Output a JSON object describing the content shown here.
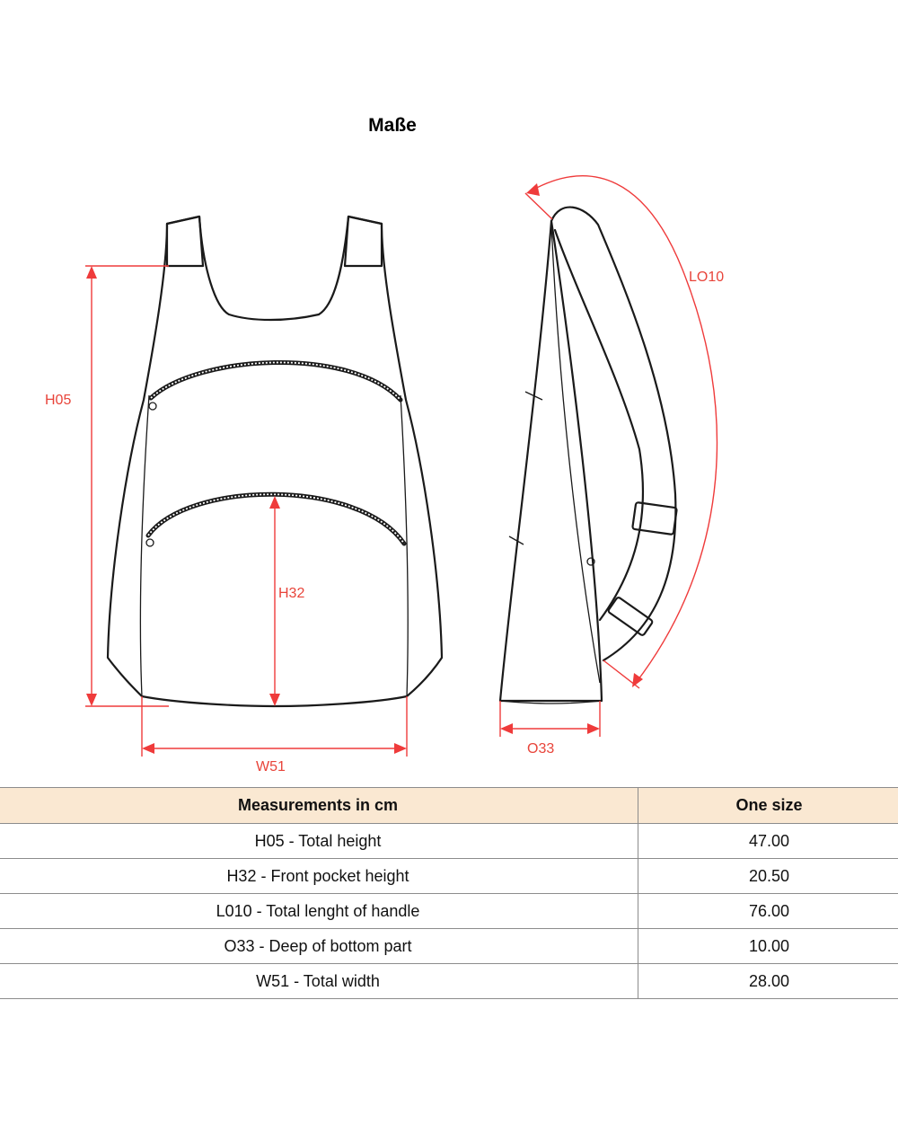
{
  "title": "Maße",
  "diagram": {
    "front_labels": {
      "total_height": "H05",
      "pocket_height": "H32",
      "width": "W51"
    },
    "side_labels": {
      "handle_length": "LO10",
      "depth": "O33"
    },
    "dimension_color": "#ef3b3b"
  },
  "table": {
    "headers": [
      "Measurements in cm",
      "One size"
    ],
    "header_bg": "#fae8d2",
    "rows": [
      {
        "label": "H05 - Total height",
        "value": "47.00"
      },
      {
        "label": "H32 - Front pocket height",
        "value": "20.50"
      },
      {
        "label": "L010 - Total lenght of handle",
        "value": "76.00"
      },
      {
        "label": "O33 - Deep of bottom part",
        "value": "10.00"
      },
      {
        "label": "W51 - Total width",
        "value": "28.00"
      }
    ]
  }
}
